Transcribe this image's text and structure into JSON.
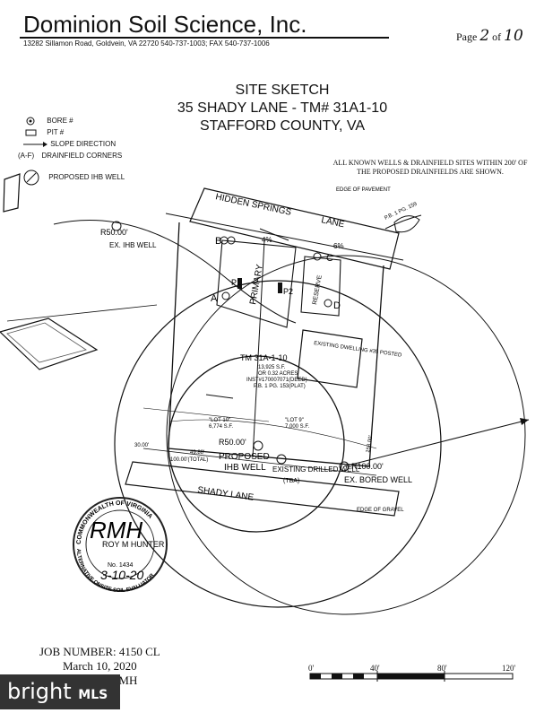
{
  "header": {
    "company": "Dominion Soil Science, Inc.",
    "address": "13282 Sillamon Road, Goldvein, VA  22720  540-737-1003; FAX 540-737-1006",
    "page_prefix": "Page",
    "page_number": "2",
    "page_of": "of",
    "page_total": "10"
  },
  "title": {
    "line1": "SITE SKETCH",
    "line2": "35 SHADY LANE - TM# 31A1-10",
    "line3": "STAFFORD COUNTY, VA"
  },
  "legend": {
    "bore": "BORE #",
    "pit": "PIT #",
    "slope": "SLOPE DIRECTION",
    "corners_symbol": "(A-F)",
    "corners": "DRAINFIELD CORNERS",
    "well": "PROPOSED IHB WELL"
  },
  "note": "ALL KNOWN WELLS & DRAINFIELD SITES WITHIN 200' OF THE PROPOSED DRAINFIELDS ARE SHOWN.",
  "sketch": {
    "road_top": "HIDDEN SPRINGS",
    "road_top_lane": "LANE",
    "road_bottom": "SHADY LANE",
    "edge_pavement": "EDGE OF PAVEMENT",
    "edge_gravel": "EDGE OF GRAVEL",
    "pb": "P.B. 1 PG. 159",
    "r50": "R50.00'",
    "ex_ihb_well": "EX. IHB WELL",
    "primary": "PRIMARY",
    "reserve": "RESERVE",
    "p1": "P1",
    "p2": "P2",
    "corner_a": "A",
    "corner_b": "B",
    "corner_c": "C",
    "corner_d": "D",
    "existing_dwelling": "EXISTING DWELLING #35 POSTED",
    "tm": "TM 31A-1-10",
    "sf": "13,925 S.F.",
    "acres": "OR 0.32 ACRES",
    "instr": "INST#170007071(DEED)",
    "pb153": "P.B. 1 PG. 153(PLAT)",
    "lot10": "\"LOT 10\"",
    "lot10_sf": "6,774 S.F.",
    "lot9": "\"LOT 9\"",
    "lot9_sf": "7,000 S.F.",
    "r50b": "R50.00'",
    "proposed": "PROPOSED",
    "ihb_well": "IHB WELL",
    "existing_drilled": "EXISTING DRILLED WELL",
    "tba": "(TBA)",
    "r100": "R100.00'",
    "ex_bored": "EX. BORED WELL",
    "dist_100": "100.00'(TOTAL)",
    "dist_49": "49.88'",
    "dist_30": "30.00'",
    "dist_158": "158.00'",
    "slope_pct": "4%",
    "slope_pct2": "6%"
  },
  "seal": {
    "ring": "COMMONWEALTH OF VIRGINIA",
    "name": "ROY M HUNTER",
    "number": "No. 1434",
    "bottom": "ALTERNATIVE ONSITE SOIL EVALUATOR",
    "signature": "RMH",
    "date": "3-10-20"
  },
  "footer": {
    "job": "JOB NUMBER: 4150 CL",
    "date": "March 10, 2020",
    "by": "BY: RMH"
  },
  "scale": {
    "t0": "0'",
    "t1": "40'",
    "t2": "80'",
    "t3": "120'"
  },
  "watermark": {
    "brand": "bright",
    "suffix": "MLS"
  }
}
